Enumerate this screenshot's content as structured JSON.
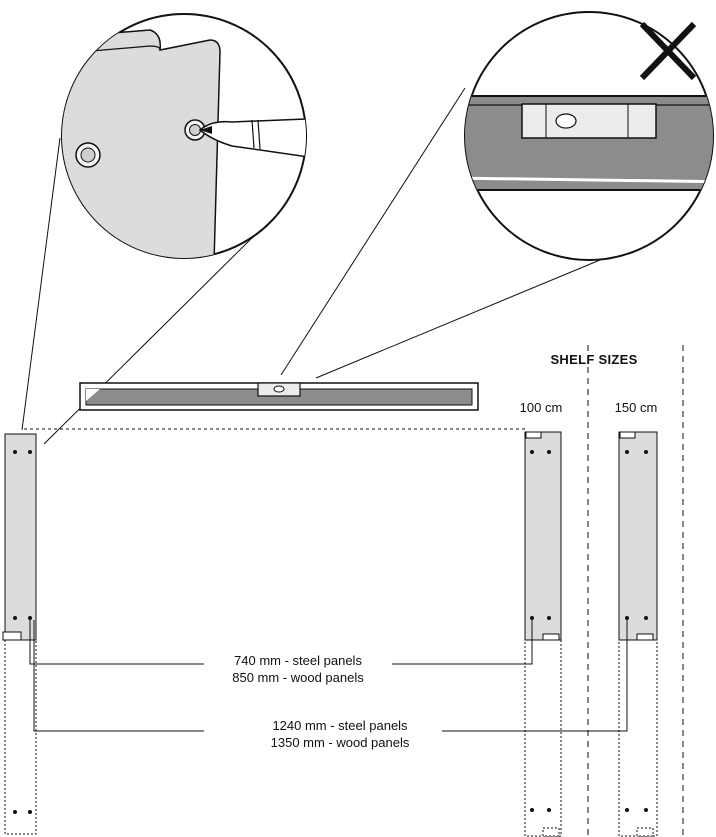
{
  "shelf_sizes": {
    "title": "SHELF SIZES",
    "size_100": "100 cm",
    "size_150": "150 cm"
  },
  "measurements": {
    "lower_line1": "740 mm - steel panels",
    "lower_line2": "850 mm - wood panels",
    "upper_line1": "1240 mm - steel panels",
    "upper_line2": "1350 mm - wood panels"
  },
  "icons": {
    "wrong": "x-mark-icon",
    "level": "spirit-level-icon",
    "pencil": "pencil-icon"
  },
  "colors": {
    "stroke": "#111111",
    "panel_fill": "#dcdcdc",
    "level_fill": "#8c8c8c"
  }
}
